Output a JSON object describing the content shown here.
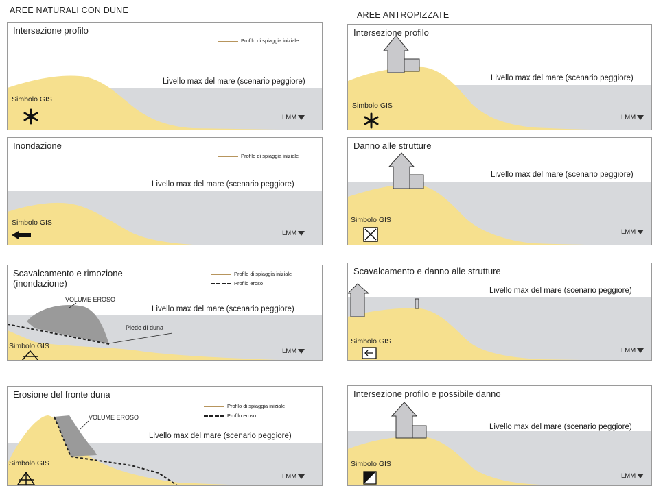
{
  "left_column": {
    "title": "AREE NATURALI CON DUNE",
    "panels": [
      {
        "title": "Intersezione profilo",
        "legend_initial": "Profilo di spiaggia iniziale",
        "sea_label": "Livello max del mare (scenario peggiore)",
        "gis_label": "Simbolo GIS",
        "lmm": "LMM",
        "gis_symbol": "asterisk-icon"
      },
      {
        "title": "Inondazione",
        "legend_initial": "Profilo di spiaggia iniziale",
        "sea_label": "Livello max del mare (scenario peggiore)",
        "gis_label": "Simbolo GIS",
        "lmm": "LMM",
        "gis_symbol": "left-arrow-icon"
      },
      {
        "title": "Scavalcamento e rimozione",
        "title2": "(inondazione)",
        "legend_initial": "Profilo di spiaggia iniziale",
        "legend_eroded": "Profilo eroso",
        "volume_label": "VOLUME EROSO",
        "dune_foot_label": "Piede di duna",
        "sea_label": "Livello max del mare (scenario peggiore)",
        "gis_label": "Simbolo GIS",
        "lmm": "LMM",
        "gis_symbol": "triangle-hatched-icon"
      },
      {
        "title": "Erosione del fronte duna",
        "legend_initial": "Profilo di spiaggia iniziale",
        "legend_eroded": "Profilo eroso",
        "volume_label": "VOLUME EROSO",
        "sea_label": "Livello max del mare (scenario peggiore)",
        "gis_label": "Simbolo GIS",
        "lmm": "LMM",
        "gis_symbol": "triangle-split-icon"
      }
    ]
  },
  "right_column": {
    "title": "AREE ANTROPIZZATE",
    "panels": [
      {
        "title": "Intersezione profilo",
        "sea_label": "Livello max del mare (scenario peggiore)",
        "gis_label": "Simbolo GIS",
        "lmm": "LMM",
        "gis_symbol": "asterisk-icon"
      },
      {
        "title": "Danno alle strutture",
        "sea_label": "Livello max del mare (scenario peggiore)",
        "gis_label": "Simbolo GIS",
        "lmm": "LMM",
        "gis_symbol": "crossed-box-icon"
      },
      {
        "title": "Scavalcamento e danno alle strutture",
        "sea_label": "Livello max del mare (scenario peggiore)",
        "gis_label": "Simbolo GIS",
        "lmm": "LMM",
        "gis_symbol": "boxed-left-arrow-icon"
      },
      {
        "title": "Intersezione profilo e possibile danno",
        "sea_label": "Livello max del mare (scenario peggiore)",
        "gis_label": "Simbolo GIS",
        "lmm": "LMM",
        "gis_symbol": "diagonal-split-box-icon"
      }
    ]
  },
  "colors": {
    "sand": "#f6e08e",
    "sea": "#d7d9dc",
    "eroded": "#9a9a9a",
    "house": "#c9c9cc",
    "profile_line": "#b7955d"
  }
}
